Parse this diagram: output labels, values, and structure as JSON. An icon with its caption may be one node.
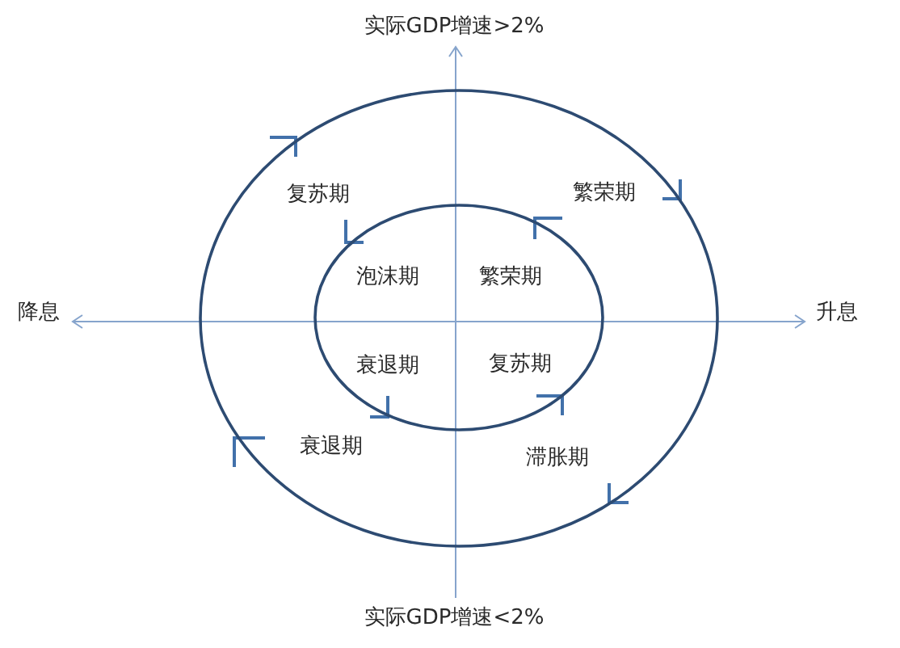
{
  "diagram": {
    "nodes": [
      {
        "text": [
          "复苏期",
          "繁荣期",
          "衰退期",
          "滞胀期"
        ]
      },
      {
        "text": [
          "泡沫期",
          "繁荣期",
          "衰退期",
          "复苏期"
        ],
        "in": 0
      }
    ],
    "labels": [
      "实际GDP增速>2%",
      "降息",
      "升息",
      "实际GDP增速<2%"
    ]
  }
}
